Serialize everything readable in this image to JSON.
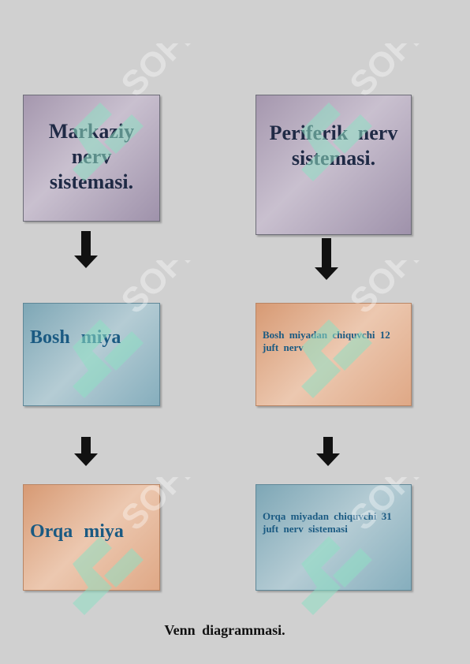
{
  "boxes": {
    "markaziy": "Markaziy nerv sistemasi.",
    "periferik": "Periferik nerv sistemasi.",
    "bosh_miya": "Bosh miya",
    "bosh_miyadan": "Bosh miyadan chiquvchi 12 juft nerv",
    "orqa_miya": "Orqa miya",
    "orqa_miyadan": "Orqa miyadan chiquvchi 31 juft nerv sistemasi"
  },
  "caption": "Venn diagrammasi.",
  "watermark": "SOFF",
  "colors": {
    "purple_box": "#b4a8bd",
    "teal_box": "#a0bfca",
    "orange_box": "#e3b394",
    "title_text": "#1f2a45",
    "label_text": "#1a5a82",
    "background": "#d0d0d0"
  }
}
